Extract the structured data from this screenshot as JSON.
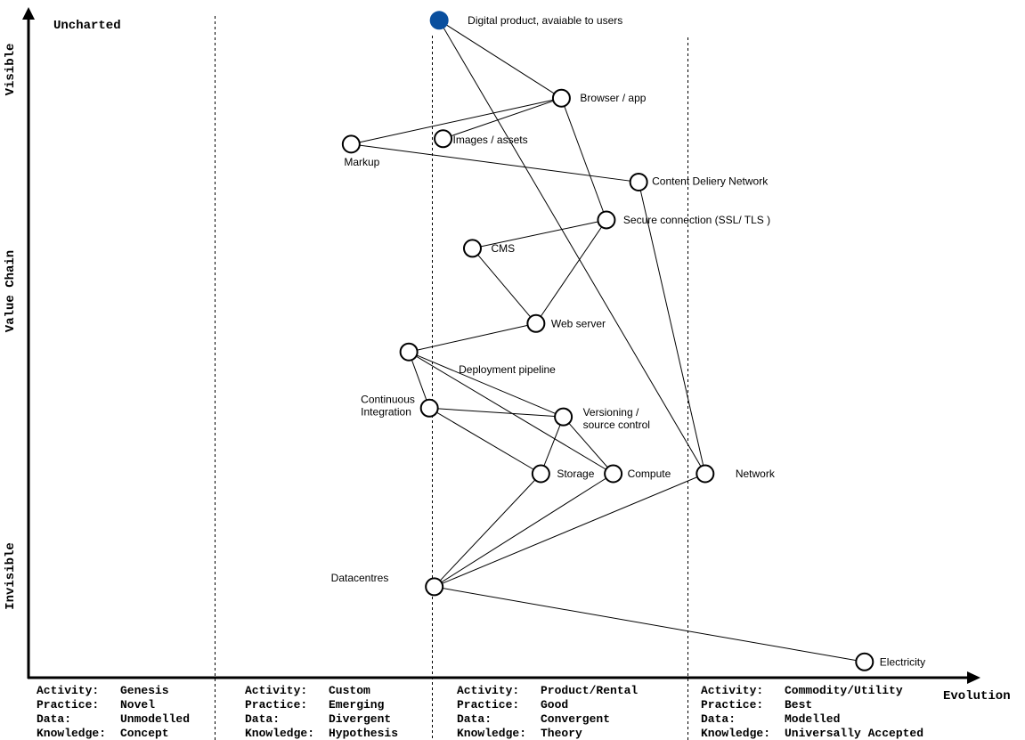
{
  "map": {
    "corner_label": "Uncharted",
    "y_axis": {
      "top": "Visible",
      "middle": "Value Chain",
      "bottom": "Invisible"
    },
    "x_axis": {
      "label": "Evolution"
    },
    "colors": {
      "anchor_fill": "#0a4f9e",
      "component_fill": "#ffffff",
      "stroke": "#000000"
    },
    "stages": [
      {
        "rows": [
          {
            "key": "Activity:",
            "value": "Genesis"
          },
          {
            "key": "Practice:",
            "value": "Novel"
          },
          {
            "key": "Data:",
            "value": "Unmodelled"
          },
          {
            "key": "Knowledge:",
            "value": "Concept"
          }
        ]
      },
      {
        "rows": [
          {
            "key": "Activity:",
            "value": "Custom"
          },
          {
            "key": "Practice:",
            "value": "Emerging"
          },
          {
            "key": "Data:",
            "value": "Divergent"
          },
          {
            "key": "Knowledge:",
            "value": "Hypothesis"
          }
        ]
      },
      {
        "rows": [
          {
            "key": "Activity:",
            "value": "Product/Rental"
          },
          {
            "key": "Practice:",
            "value": "Good"
          },
          {
            "key": "Data:",
            "value": "Convergent"
          },
          {
            "key": "Knowledge:",
            "value": "Theory"
          }
        ]
      },
      {
        "rows": [
          {
            "key": "Activity:",
            "value": "Commodity/Utility"
          },
          {
            "key": "Practice:",
            "value": "Best"
          },
          {
            "key": "Data:",
            "value": "Modelled"
          },
          {
            "key": "Knowledge:",
            "value": "Universally Accepted"
          }
        ]
      }
    ],
    "components": [
      {
        "id": "digital",
        "label": [
          "Digital product, avaiable to users"
        ],
        "anchor": true,
        "evolution": 0.42,
        "visibility": 0.97
      },
      {
        "id": "browser",
        "label": [
          "Browser / app"
        ],
        "evolution": 0.545,
        "visibility": 0.855
      },
      {
        "id": "images",
        "label": [
          "Images / assets"
        ],
        "evolution": 0.424,
        "visibility": 0.795
      },
      {
        "id": "markup",
        "label": [
          "Markup"
        ],
        "evolution": 0.33,
        "visibility": 0.787
      },
      {
        "id": "cdn",
        "label": [
          "Content Deliery Network"
        ],
        "evolution": 0.624,
        "visibility": 0.731
      },
      {
        "id": "secure",
        "label": [
          "Secure connection (SSL/ TLS )"
        ],
        "evolution": 0.591,
        "visibility": 0.675
      },
      {
        "id": "cms",
        "label": [
          "CMS"
        ],
        "evolution": 0.454,
        "visibility": 0.633
      },
      {
        "id": "webserver",
        "label": [
          "Web server"
        ],
        "evolution": 0.519,
        "visibility": 0.522
      },
      {
        "id": "deploy",
        "label": [
          "Deployment pipeline"
        ],
        "evolution": 0.389,
        "visibility": 0.48
      },
      {
        "id": "ci",
        "label": [
          "Continuous",
          "Integration"
        ],
        "evolution": 0.41,
        "visibility": 0.397
      },
      {
        "id": "versioning",
        "label": [
          "Versioning /",
          "source control"
        ],
        "evolution": 0.547,
        "visibility": 0.384
      },
      {
        "id": "storage",
        "label": [
          "Storage"
        ],
        "evolution": 0.524,
        "visibility": 0.3
      },
      {
        "id": "compute",
        "label": [
          "Compute"
        ],
        "evolution": 0.598,
        "visibility": 0.3
      },
      {
        "id": "network",
        "label": [
          "Network"
        ],
        "evolution": 0.692,
        "visibility": 0.3
      },
      {
        "id": "datacentres",
        "label": [
          "Datacentres"
        ],
        "evolution": 0.415,
        "visibility": 0.133
      },
      {
        "id": "electricity",
        "label": [
          "Electricity"
        ],
        "evolution": 0.855,
        "visibility": 0.022
      }
    ],
    "links": [
      [
        "digital",
        "browser"
      ],
      [
        "digital",
        "network"
      ],
      [
        "browser",
        "markup"
      ],
      [
        "browser",
        "images"
      ],
      [
        "browser",
        "secure"
      ],
      [
        "markup",
        "cdn"
      ],
      [
        "cdn",
        "network"
      ],
      [
        "secure",
        "cms"
      ],
      [
        "secure",
        "webserver"
      ],
      [
        "cms",
        "webserver"
      ],
      [
        "webserver",
        "deploy"
      ],
      [
        "deploy",
        "ci"
      ],
      [
        "deploy",
        "versioning"
      ],
      [
        "deploy",
        "compute"
      ],
      [
        "ci",
        "versioning"
      ],
      [
        "ci",
        "storage"
      ],
      [
        "versioning",
        "storage"
      ],
      [
        "versioning",
        "compute"
      ],
      [
        "storage",
        "datacentres"
      ],
      [
        "compute",
        "datacentres"
      ],
      [
        "network",
        "datacentres"
      ],
      [
        "datacentres",
        "electricity"
      ]
    ]
  }
}
